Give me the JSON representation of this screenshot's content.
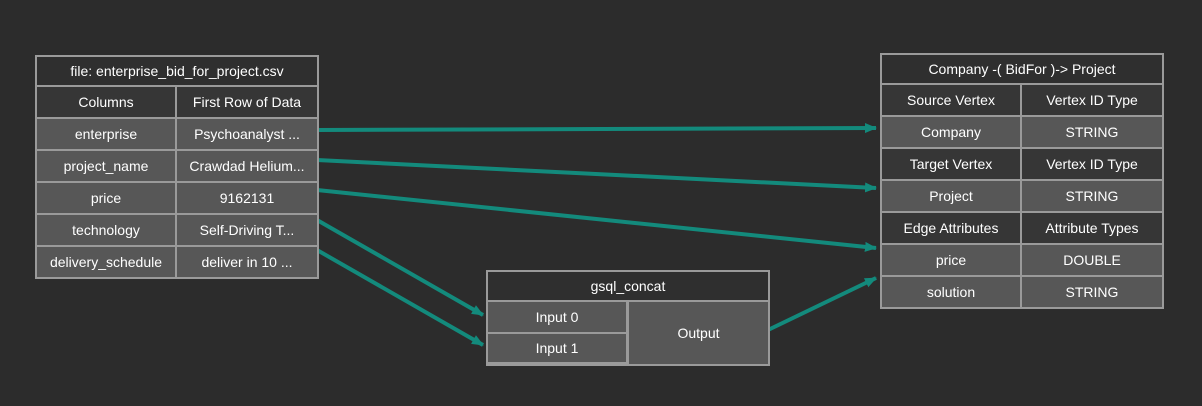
{
  "source_file": {
    "title": "file: enterprise_bid_for_project.csv",
    "header": [
      "Columns",
      "First Row of Data"
    ],
    "rows": [
      [
        "enterprise",
        "Psychoanalyst ..."
      ],
      [
        "project_name",
        "Crawdad Helium..."
      ],
      [
        "price",
        "9162131"
      ],
      [
        "technology",
        "Self-Driving T..."
      ],
      [
        "delivery_schedule",
        "deliver in 10 ..."
      ]
    ]
  },
  "function_node": {
    "title": "gsql_concat",
    "inputs": [
      "Input 0",
      "Input 1"
    ],
    "output": "Output"
  },
  "target_edge": {
    "title": "Company -( BidFor )-> Project",
    "rows": [
      [
        "Source Vertex",
        "Vertex ID Type"
      ],
      [
        "Company",
        "STRING"
      ],
      [
        "Target Vertex",
        "Vertex ID Type"
      ],
      [
        "Project",
        "STRING"
      ],
      [
        "Edge Attributes",
        "Attribute Types"
      ],
      [
        "price",
        "DOUBLE"
      ],
      [
        "solution",
        "STRING"
      ]
    ]
  },
  "colors": {
    "link": "#138a7c",
    "background": "#2c2c2c"
  }
}
